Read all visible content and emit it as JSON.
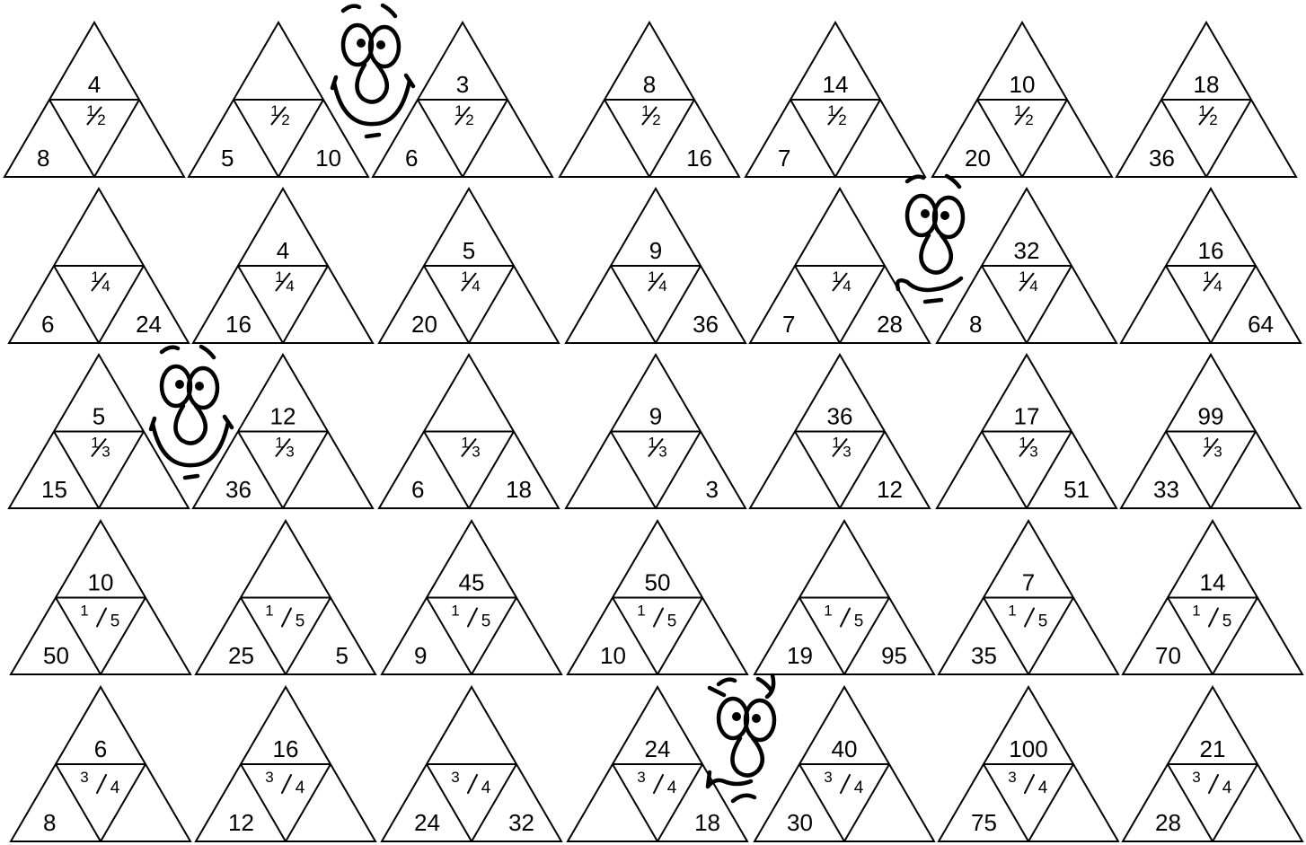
{
  "worksheet": {
    "rows": [
      {
        "fraction": "1/2",
        "puzzles": [
          {
            "top": "4",
            "left": "8",
            "right": ""
          },
          {
            "top": "",
            "left": "5",
            "right": "10"
          },
          {
            "top": "3",
            "left": "6",
            "right": ""
          },
          {
            "top": "8",
            "left": "",
            "right": "16"
          },
          {
            "top": "14",
            "left": "7",
            "right": ""
          },
          {
            "top": "10",
            "left": "20",
            "right": ""
          },
          {
            "top": "18",
            "left": "36",
            "right": ""
          }
        ]
      },
      {
        "fraction": "1/4",
        "puzzles": [
          {
            "top": "",
            "left": "6",
            "right": "24"
          },
          {
            "top": "4",
            "left": "16",
            "right": ""
          },
          {
            "top": "5",
            "left": "20",
            "right": ""
          },
          {
            "top": "9",
            "left": "",
            "right": "36"
          },
          {
            "top": "",
            "left": "7",
            "right": "28"
          },
          {
            "top": "32",
            "left": "8",
            "right": ""
          },
          {
            "top": "16",
            "left": "",
            "right": "64"
          }
        ]
      },
      {
        "fraction": "1/3",
        "puzzles": [
          {
            "top": "5",
            "left": "15",
            "right": ""
          },
          {
            "top": "12",
            "left": "36",
            "right": ""
          },
          {
            "top": "",
            "left": "6",
            "right": "18"
          },
          {
            "top": "9",
            "left": "",
            "right": "3"
          },
          {
            "top": "36",
            "left": "",
            "right": "12"
          },
          {
            "top": "17",
            "left": "",
            "right": "51"
          },
          {
            "top": "99",
            "left": "33",
            "right": ""
          }
        ]
      },
      {
        "fraction": "1/5",
        "puzzles": [
          {
            "top": "10",
            "left": "50",
            "right": ""
          },
          {
            "top": "",
            "left": "25",
            "right": "5"
          },
          {
            "top": "45",
            "left": "9",
            "right": ""
          },
          {
            "top": "50",
            "left": "10",
            "right": ""
          },
          {
            "top": "",
            "left": "19",
            "right": "95"
          },
          {
            "top": "7",
            "left": "35",
            "right": ""
          },
          {
            "top": "14",
            "left": "70",
            "right": ""
          }
        ]
      },
      {
        "fraction": "3/4",
        "puzzles": [
          {
            "top": "6",
            "left": "8",
            "right": ""
          },
          {
            "top": "16",
            "left": "12",
            "right": ""
          },
          {
            "top": "",
            "left": "24",
            "right": "32"
          },
          {
            "top": "24",
            "left": "",
            "right": "18"
          },
          {
            "top": "40",
            "left": "30",
            "right": ""
          },
          {
            "top": "100",
            "left": "75",
            "right": ""
          },
          {
            "top": "21",
            "left": "28",
            "right": ""
          }
        ]
      }
    ],
    "faces": [
      {
        "mood": "happy-face-icon"
      },
      {
        "mood": "worried-face-icon"
      },
      {
        "mood": "happy-face-icon"
      },
      {
        "mood": "grumpy-face-icon"
      }
    ]
  }
}
